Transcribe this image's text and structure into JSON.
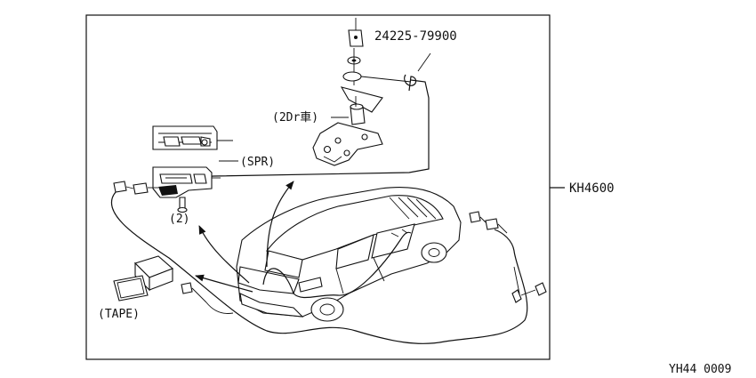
{
  "labels": {
    "part_number": "24225-79900",
    "two_door": "(2Dr車)",
    "spr": "(SPR)",
    "qty": "(2)",
    "tape": "(TAPE)",
    "assembly": "KH4600",
    "diagram_code": "YH44 0009"
  },
  "colors": {
    "line": "#111111",
    "background": "#ffffff"
  },
  "icons": {
    "pointer": "arrow-icon",
    "clip": "harness-clip-icon",
    "connector": "connector-icon"
  }
}
